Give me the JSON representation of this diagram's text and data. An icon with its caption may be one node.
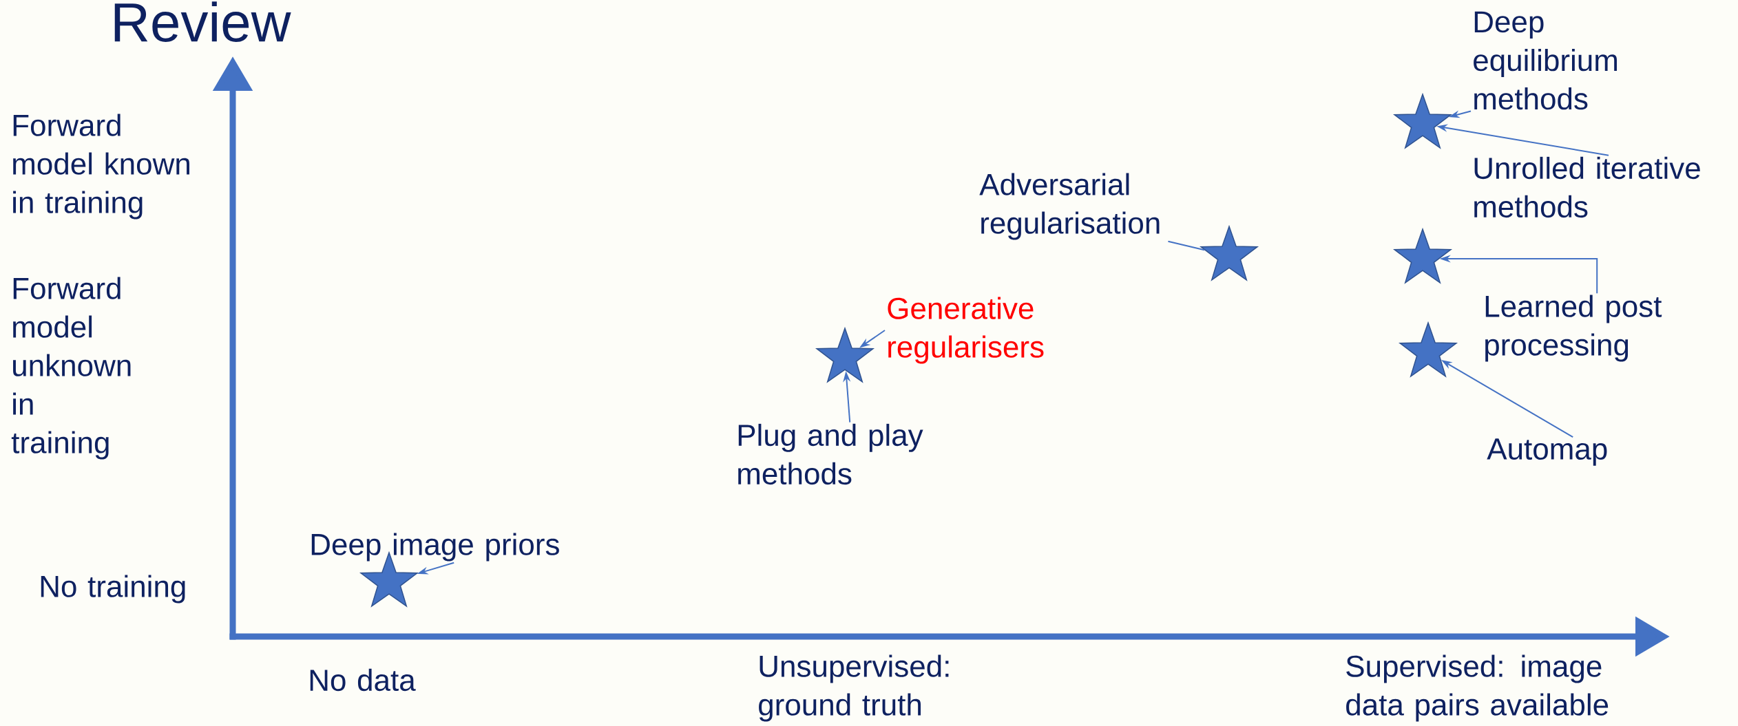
{
  "diagram": {
    "title": "Review",
    "nodes": [
      {
        "text": [
          "Deep image priors"
        ]
      },
      {
        "text": [],
        "shape": "star"
      },
      {
        "text": [
          "Generative regularisers"
        ]
      },
      {
        "text": [],
        "shape": "star"
      },
      {
        "text": [
          "Plug and play methods"
        ]
      },
      {
        "text": [
          "Adversarial regularisation"
        ]
      },
      {
        "text": [],
        "shape": "star"
      },
      {
        "text": [
          "Deep equilibrium methods"
        ]
      },
      {
        "text": [],
        "shape": "star"
      },
      {
        "text": [
          "Unrolled iterative methods"
        ]
      },
      {
        "text": [],
        "shape": "star"
      },
      {
        "text": [
          "Learned post processing"
        ]
      },
      {
        "text": [],
        "shape": "star"
      },
      {
        "text": [
          "Automap"
        ]
      }
    ],
    "edges": [
      {
        "from": 0,
        "to": 1,
        "arrow": "to"
      },
      {
        "from": 2,
        "to": 3,
        "arrow": "to"
      },
      {
        "from": 4,
        "to": 3,
        "arrow": "to"
      },
      {
        "from": 5,
        "to": 6,
        "arrow": "none"
      },
      {
        "from": 7,
        "to": 8,
        "arrow": "to"
      },
      {
        "from": 9,
        "to": 8,
        "arrow": "to"
      },
      {
        "from": 11,
        "to": 10,
        "arrow": "to"
      },
      {
        "from": 13,
        "to": 12,
        "arrow": "to"
      }
    ],
    "labels": [
      "Forward model known in training",
      "Forward model unknown in training",
      "No training",
      "No data",
      "Unsupervised: ground truth",
      "Supervised: image data pairs available"
    ]
  }
}
